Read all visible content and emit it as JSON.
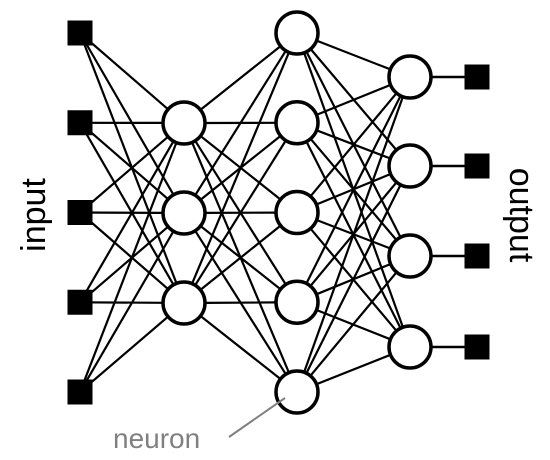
{
  "labels": {
    "input": "input",
    "output": "output",
    "neuron": "neuron"
  },
  "network": {
    "layers": [
      {
        "kind": "input-node",
        "count": 5
      },
      {
        "kind": "neuron",
        "count": 3
      },
      {
        "kind": "neuron",
        "count": 5
      },
      {
        "kind": "neuron",
        "count": 4
      },
      {
        "kind": "output-node",
        "count": 4
      }
    ],
    "connectivity": "fully-connected"
  },
  "colors": {
    "stroke": "#000000",
    "node_fill": "#ffffff",
    "annotation": "#808080"
  }
}
